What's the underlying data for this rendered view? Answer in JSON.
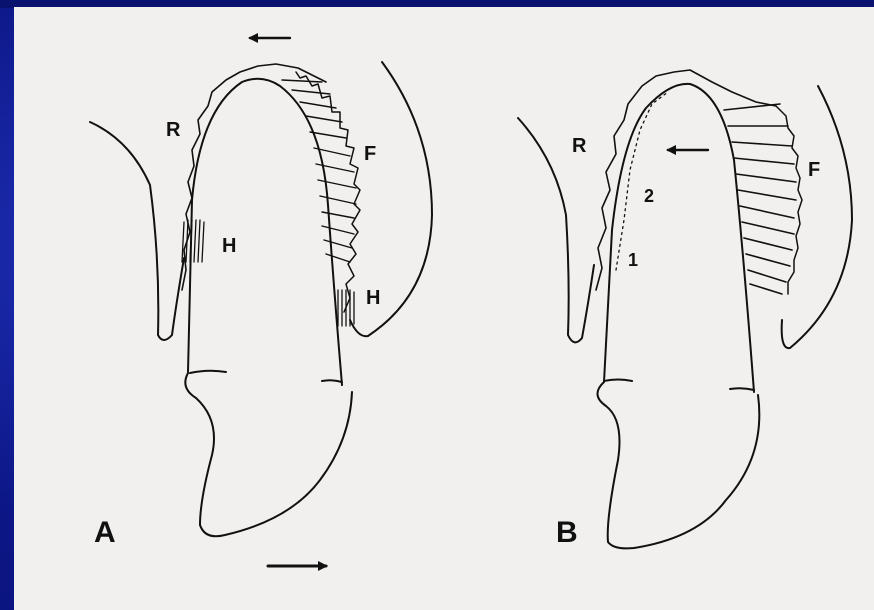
{
  "slide": {
    "background_color": "#0d1a8c",
    "figure_background": "#f1f0ee",
    "ink_color": "#111111"
  },
  "figure": {
    "panel_a": {
      "panel_label": "A",
      "label_r": "R",
      "label_f": "F",
      "label_h_left": "H",
      "label_h_right": "H"
    },
    "panel_b": {
      "panel_label": "B",
      "label_r": "R",
      "label_f": "F",
      "label_stage_1": "1",
      "label_stage_2": "2"
    },
    "arrows": {
      "a_top": "arrow-left-icon",
      "a_bottom": "arrow-right-icon",
      "b_middle": "arrow-left-icon"
    }
  }
}
